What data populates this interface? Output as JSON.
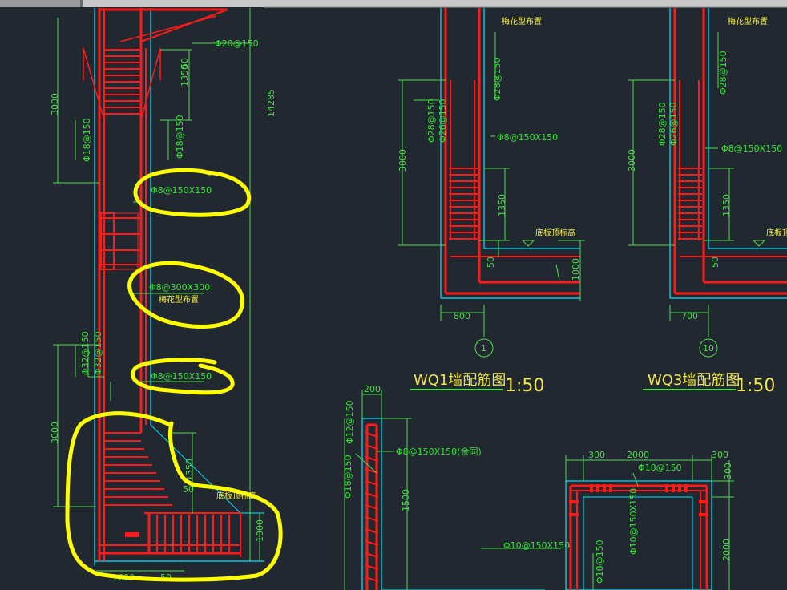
{
  "notes": {
    "d20_150": "Φ20@150",
    "dim_50": "50",
    "dim_1350": "1350",
    "dim_3000": "3000",
    "d18_150": "Φ18@150",
    "dim_14285": "14285",
    "d8_150x150": "Φ8@150X150",
    "d8_300x300": "Φ8@300X300",
    "plum_layout": "梅花型布置",
    "d32_150": "Φ32@150",
    "dim_1000": "1000",
    "slab_top": "底板顶标高",
    "dim_1600": "1600",
    "d28_150": "Φ28@150",
    "d28_150b": "Φ28@150",
    "d26_150": "Φ26@150",
    "dim_800": "800",
    "dim_700": "700",
    "circle_1": "1",
    "circle_10": "10",
    "wq1_title": "WQ1墙配筋图",
    "wq3_title": "WQ3墙配筋图",
    "scale": "1:50",
    "dim_200": "200",
    "d12_150": "Φ12@150",
    "d8_150x150_rest": "Φ8@150X150(余同)",
    "dim_1500": "1500",
    "d10_150x150": "Φ10@150X150",
    "dim_300": "300",
    "dim_2000": "2000",
    "d18_150b": "Φ18@150"
  },
  "annotations": [
    {
      "label": "highlight",
      "color": "#ffff00"
    }
  ],
  "colors": {
    "background": "#212830",
    "rebar": "#ff1a1a",
    "concrete": "#00e5ff",
    "dimension": "#4ddc4d",
    "text": "#f0e84a",
    "highlight": "#ffff00"
  }
}
